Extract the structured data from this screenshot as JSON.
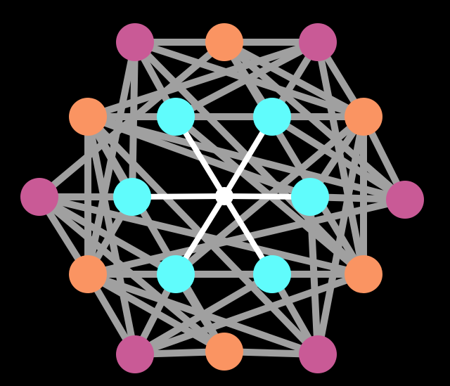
{
  "diagram": {
    "type": "graph",
    "background_color": "#000000",
    "colors": {
      "outer_node": "#c95a96",
      "middle_node": "#fa9462",
      "inner_node": "#60fcfc",
      "center_node": "#ffffff",
      "outer_edge": "#a0a0a0",
      "hub_edge": "#ffffff"
    },
    "groups": [
      {
        "name": "center",
        "count": 1
      },
      {
        "name": "inner",
        "count": 6
      },
      {
        "name": "middle",
        "count": 6
      },
      {
        "name": "outer",
        "count": 6
      }
    ],
    "nodes": [
      {
        "id": "c",
        "group": "center"
      },
      {
        "id": "i0",
        "group": "inner"
      },
      {
        "id": "i1",
        "group": "inner"
      },
      {
        "id": "i2",
        "group": "inner"
      },
      {
        "id": "i3",
        "group": "inner"
      },
      {
        "id": "i4",
        "group": "inner"
      },
      {
        "id": "i5",
        "group": "inner"
      },
      {
        "id": "m0",
        "group": "middle"
      },
      {
        "id": "m1",
        "group": "middle"
      },
      {
        "id": "m2",
        "group": "middle"
      },
      {
        "id": "m3",
        "group": "middle"
      },
      {
        "id": "m4",
        "group": "middle"
      },
      {
        "id": "m5",
        "group": "middle"
      },
      {
        "id": "o0",
        "group": "outer"
      },
      {
        "id": "o1",
        "group": "outer"
      },
      {
        "id": "o2",
        "group": "outer"
      },
      {
        "id": "o3",
        "group": "outer"
      },
      {
        "id": "o4",
        "group": "outer"
      },
      {
        "id": "o5",
        "group": "outer"
      }
    ],
    "edges": [
      [
        "c",
        "i0"
      ],
      [
        "c",
        "i1"
      ],
      [
        "c",
        "i2"
      ],
      [
        "c",
        "i3"
      ],
      [
        "c",
        "i4"
      ],
      [
        "c",
        "i5"
      ],
      [
        "i0",
        "o0"
      ],
      [
        "i0",
        "o1"
      ],
      [
        "i0",
        "m1"
      ],
      [
        "i0",
        "m2"
      ],
      [
        "i1",
        "o1"
      ],
      [
        "i1",
        "o2"
      ],
      [
        "i1",
        "m0"
      ],
      [
        "i1",
        "m5"
      ],
      [
        "i2",
        "o2"
      ],
      [
        "i2",
        "o3"
      ],
      [
        "i2",
        "m1"
      ],
      [
        "i2",
        "m5"
      ],
      [
        "i3",
        "o3"
      ],
      [
        "i3",
        "o4"
      ],
      [
        "i3",
        "m2"
      ],
      [
        "i3",
        "m4"
      ],
      [
        "i4",
        "o4"
      ],
      [
        "i4",
        "o5"
      ],
      [
        "i4",
        "m3"
      ],
      [
        "i4",
        "m1"
      ],
      [
        "i5",
        "o5"
      ],
      [
        "i5",
        "o0"
      ],
      [
        "i5",
        "m4"
      ],
      [
        "i5",
        "m5"
      ],
      [
        "o0",
        "m0"
      ],
      [
        "o0",
        "m1"
      ],
      [
        "o0",
        "m2"
      ],
      [
        "o0",
        "m4"
      ],
      [
        "o1",
        "m0"
      ],
      [
        "o1",
        "m1"
      ],
      [
        "o1",
        "m2"
      ],
      [
        "o1",
        "m5"
      ],
      [
        "o2",
        "m0"
      ],
      [
        "o2",
        "m1"
      ],
      [
        "o2",
        "m4"
      ],
      [
        "o2",
        "m5"
      ],
      [
        "o3",
        "m1"
      ],
      [
        "o3",
        "m3"
      ],
      [
        "o3",
        "m4"
      ],
      [
        "o3",
        "m5"
      ],
      [
        "o4",
        "m2"
      ],
      [
        "o4",
        "m3"
      ],
      [
        "o4",
        "m4"
      ],
      [
        "o4",
        "m5"
      ],
      [
        "o5",
        "m0"
      ],
      [
        "o5",
        "m2"
      ],
      [
        "o5",
        "m3"
      ],
      [
        "o5",
        "m4"
      ],
      [
        "m0",
        "m1"
      ],
      [
        "m0",
        "m2"
      ],
      [
        "m1",
        "m2"
      ],
      [
        "m3",
        "m4"
      ],
      [
        "m3",
        "m5"
      ],
      [
        "m4",
        "m5"
      ]
    ]
  }
}
